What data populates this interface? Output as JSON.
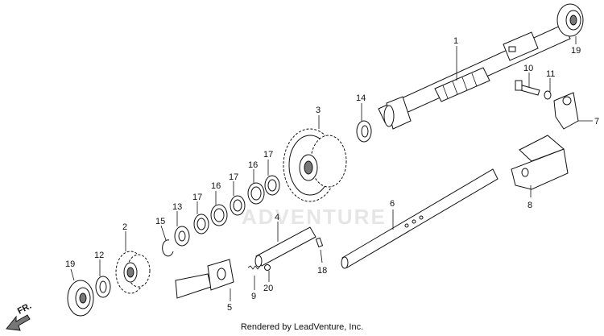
{
  "watermark": "ADVENTURE",
  "direction_label": "FR.",
  "footer": "Rendered by LeadVenture, Inc.",
  "callouts": [
    "1",
    "2",
    "3",
    "4",
    "5",
    "6",
    "7",
    "8",
    "9",
    "10",
    "11",
    "12",
    "13",
    "14",
    "15",
    "16",
    "17",
    "18",
    "19",
    "20"
  ]
}
